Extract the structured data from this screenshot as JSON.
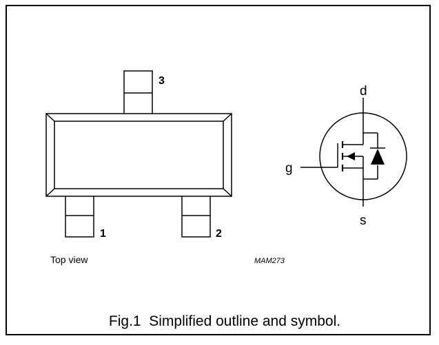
{
  "outline": {
    "pins": [
      "1",
      "2",
      "3"
    ],
    "view_label": "Top view"
  },
  "symbol": {
    "terminals": {
      "drain": "d",
      "gate": "g",
      "source": "s"
    }
  },
  "figure_code": "MAM273",
  "caption": "Fig.1  Simplified outline and symbol."
}
